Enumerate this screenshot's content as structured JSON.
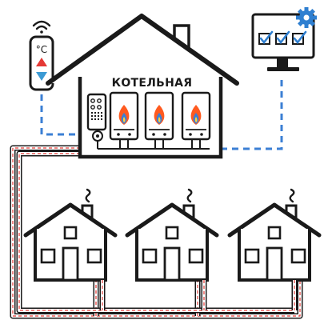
{
  "boiler_house": {
    "title": "КОТЕЛЬНАЯ",
    "boilers": 3
  },
  "thermostat": {
    "unit": "°C",
    "icons": [
      "wifi-icon",
      "arrow-up-icon",
      "arrow-down-icon"
    ]
  },
  "monitor": {
    "icons": [
      "gear-icon",
      "checkbox-icon",
      "checkbox-icon",
      "checkbox-icon"
    ],
    "checked": 3
  },
  "houses": {
    "count": 3
  },
  "colors": {
    "line": "#1a1a1a",
    "pipe_dash": "#e53935",
    "signal_dash": "#3b7fd4",
    "arrow_up": "#e53935",
    "arrow_down": "#3b9ad4",
    "gear": "#2f7fd0",
    "check": "#2f7fd0",
    "flame_outer": "#ff5a1f",
    "flame_inner": "#3b7fd4"
  }
}
